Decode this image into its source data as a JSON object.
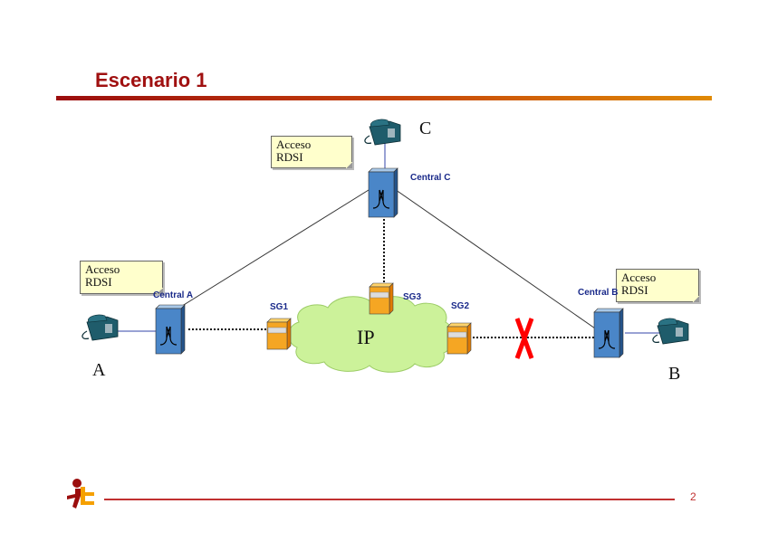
{
  "slide": {
    "title": "Escenario 1",
    "page_number": "2"
  },
  "diagram": {
    "access_notes": {
      "a": {
        "line1": "Acceso",
        "line2": "RDSI"
      },
      "b": {
        "line1": "Acceso",
        "line2": "RDSI"
      },
      "c": {
        "line1": "Acceso",
        "line2": "RDSI"
      }
    },
    "endpoints": {
      "a": "A",
      "b": "B",
      "c": "C"
    },
    "centrals": {
      "a": "Central A",
      "b": "Central B",
      "c": "Central C"
    },
    "gateways": {
      "sg1": "SG1",
      "sg2": "SG2",
      "sg3": "SG3"
    },
    "network": "IP",
    "failure_marker": "X",
    "colors": {
      "title": "#a01010",
      "central": "#4a86c8",
      "gateway": "#f5a623",
      "cloud": "#ccf29a",
      "phone": "#1f5c6b",
      "failure": "#ff0000",
      "label": "#1a2a8a"
    }
  }
}
